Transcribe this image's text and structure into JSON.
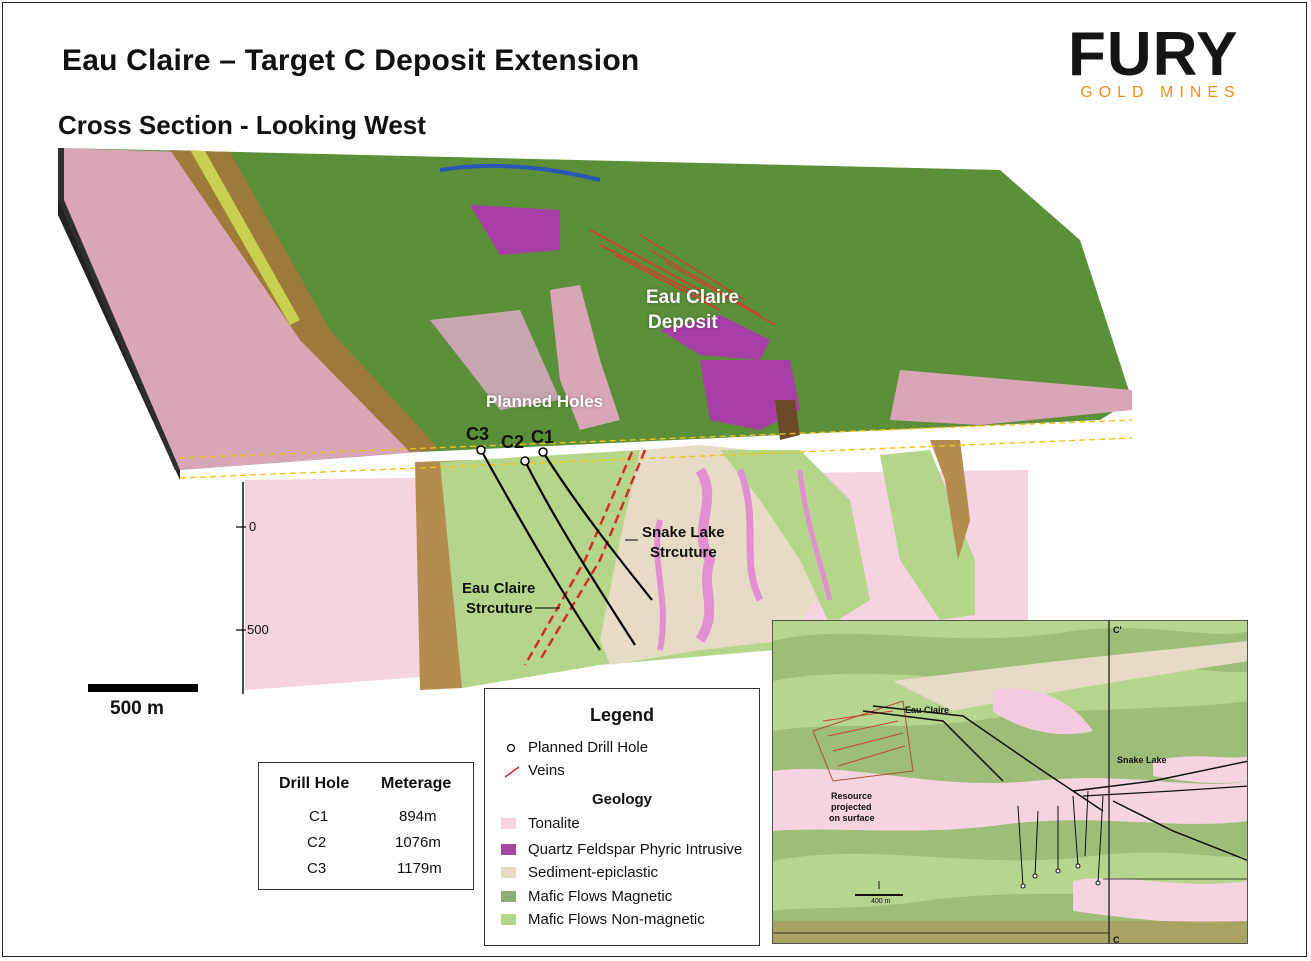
{
  "title": "Eau Claire – Target C Deposit Extension",
  "subtitle": "Cross Section - Looking West",
  "logo": {
    "word": "FURY",
    "sub": "GOLD MINES",
    "accent_color": "#e8901e"
  },
  "map_labels": {
    "deposit_line1": "Eau Claire",
    "deposit_line2": "Deposit",
    "planned_holes": "Planned Holes",
    "hole_c1": "C1",
    "hole_c2": "C2",
    "hole_c3": "C3",
    "snake_lake_line1": "Snake Lake",
    "snake_lake_line2": "Strcuture",
    "eau_claire_struct_line1": "Eau Claire",
    "eau_claire_struct_line2": "Strcuture"
  },
  "depth_axis": {
    "tick_0": "0",
    "tick_500": "500"
  },
  "scale_bar": {
    "label": "500 m"
  },
  "drill_table": {
    "col_hole": "Drill Hole",
    "col_meterage": "Meterage",
    "rows": [
      {
        "hole": "C1",
        "meterage": "894m"
      },
      {
        "hole": "C2",
        "meterage": "1076m"
      },
      {
        "hole": "C3",
        "meterage": "1179m"
      }
    ]
  },
  "legend": {
    "title": "Legend",
    "planned_drill_hole": "Planned Drill Hole",
    "veins": "Veins",
    "geology_title": "Geology",
    "units": [
      {
        "label": "Tonalite",
        "color": "#f6d3e1"
      },
      {
        "label": "Quartz Feldspar Phyric Intrusive",
        "color": "#a7479f"
      },
      {
        "label": "Sediment-epiclastic",
        "color": "#e6dcc6"
      },
      {
        "label": "Mafic Flows Magnetic",
        "color": "#8fab77"
      },
      {
        "label": "Mafic Flows Non-magnetic",
        "color": "#b4d58a"
      }
    ]
  },
  "inset": {
    "eau_claire": "Eau Claire",
    "snake_lake": "Snake Lake",
    "resource_line1": "Resource",
    "resource_line2": "projected",
    "resource_line3": "on surface",
    "scale": "400 m",
    "section_top": "C'",
    "section_bottom": "C"
  }
}
